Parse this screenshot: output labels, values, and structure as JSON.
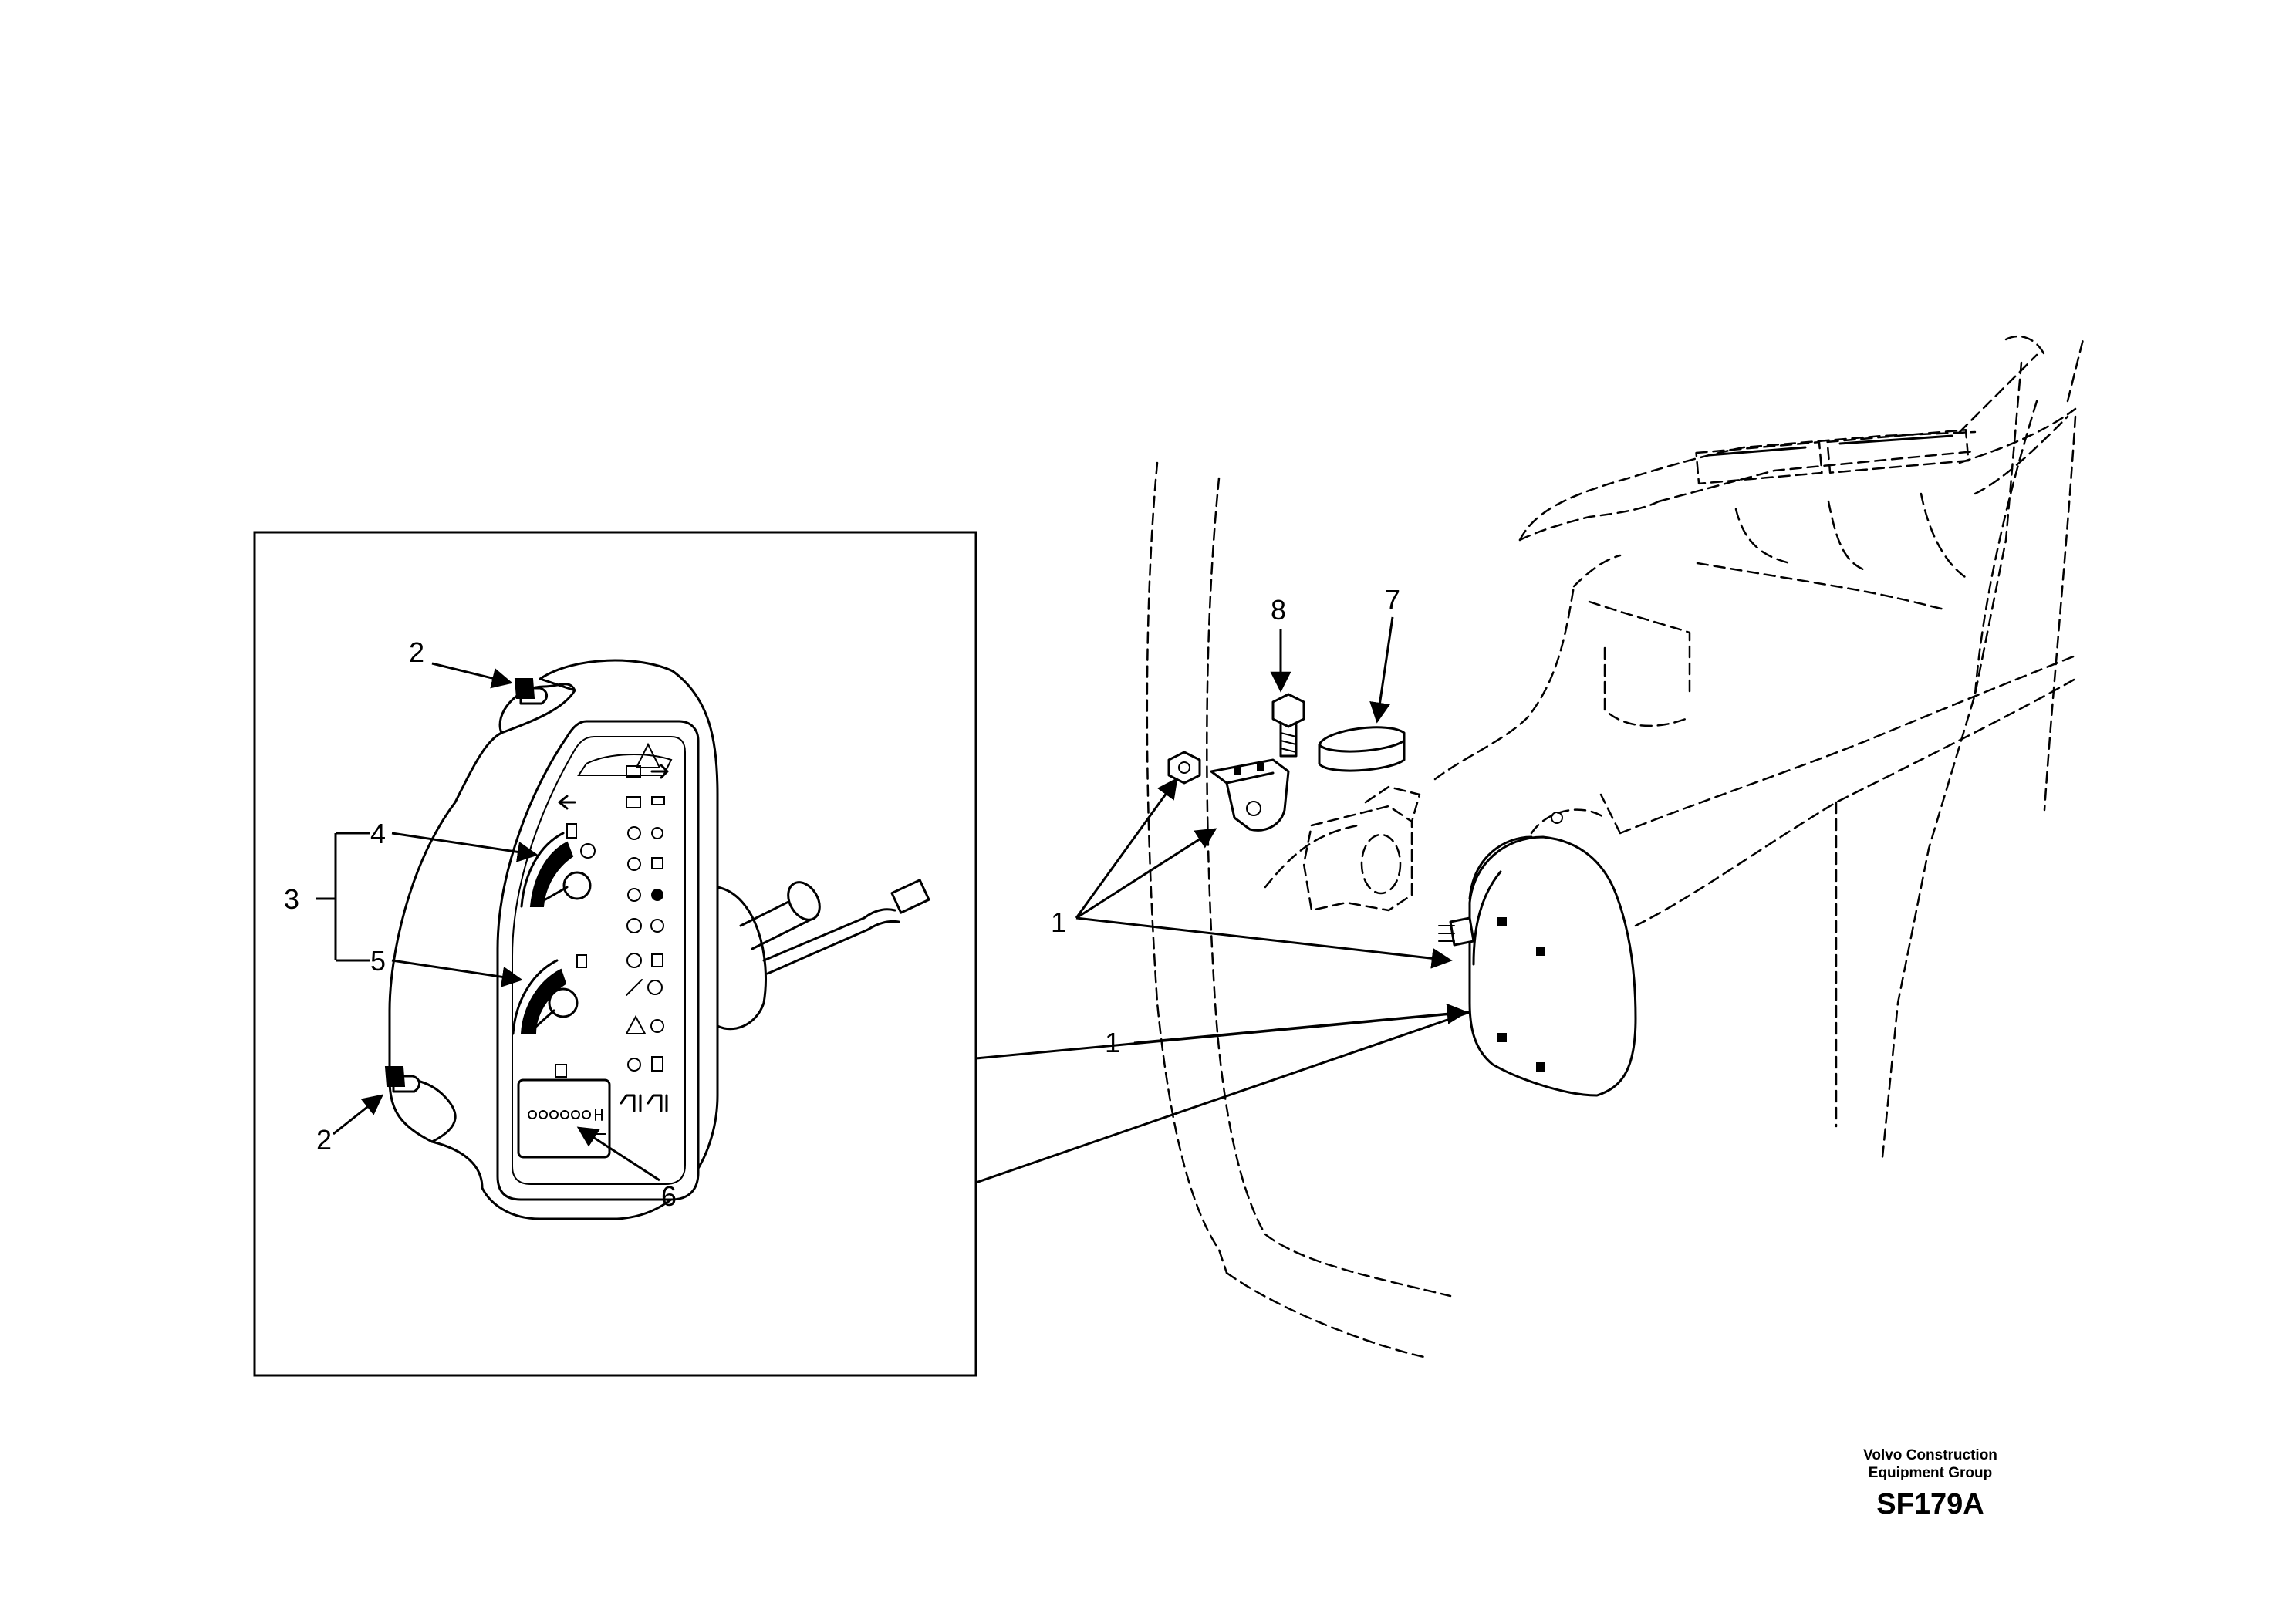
{
  "callouts": {
    "c1_left": "1",
    "c1_bottom": "1",
    "c2_top": "2",
    "c2_bottom": "2",
    "c3": "3",
    "c4": "4",
    "c5": "5",
    "c6": "6",
    "c7": "7",
    "c8": "8"
  },
  "footer": {
    "line1": "Volvo Construction",
    "line2": "Equipment Group",
    "drawing_code": "SF179A"
  }
}
